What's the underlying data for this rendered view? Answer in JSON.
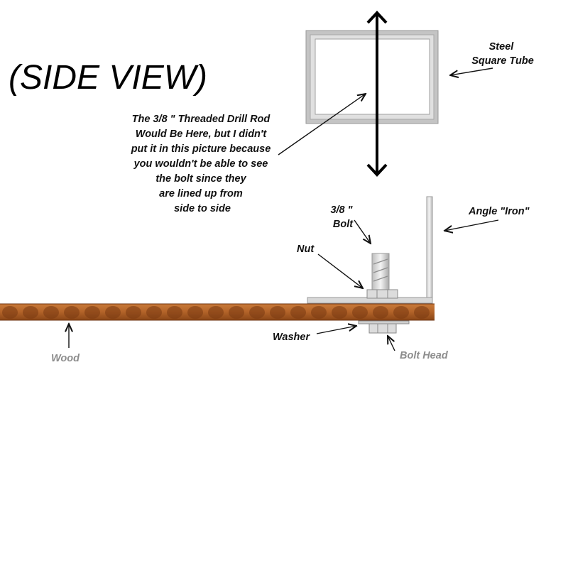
{
  "title": "(SIDE VIEW)",
  "labels": {
    "steel_tube_line1": "Steel",
    "steel_tube_line2": "Square Tube",
    "angle_iron": "Angle \"Iron\"",
    "bolt_line1": "3/8 \"",
    "bolt_line2": "Bolt",
    "nut": "Nut",
    "washer": "Washer",
    "bolt_head": "Bolt Head",
    "wood": "Wood"
  },
  "note_lines": [
    "The 3/8 \" Threaded Drill Rod",
    "Would Be Here, but I didn't",
    "put it in this picture because",
    "you wouldn't be able to see",
    "the bolt since they",
    "are lined up from",
    "side to side"
  ],
  "colors": {
    "wood": "#b5652a",
    "wood_dark": "#7a3a12",
    "steel": "#c8c8c8",
    "grey_label": "#8c8c8c"
  }
}
